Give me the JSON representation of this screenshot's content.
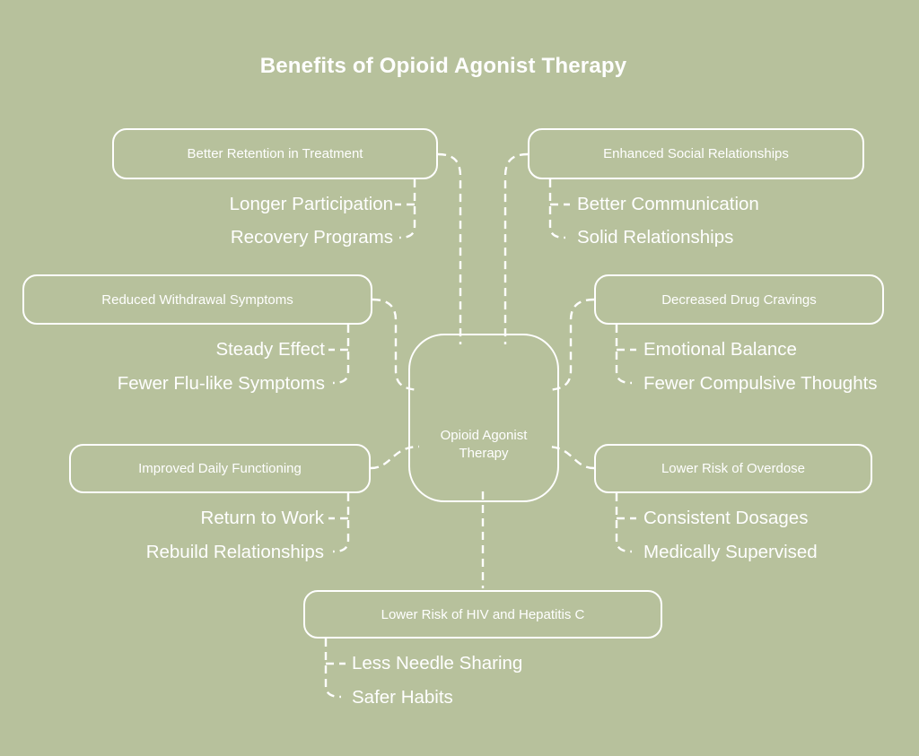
{
  "title": "Benefits of Opioid Agonist Therapy",
  "colors": {
    "background": "#b7c19c",
    "line": "#ffffff",
    "text": "#ffffff"
  },
  "center": {
    "label": "Opioid Agonist Therapy"
  },
  "branches": [
    {
      "label": "Better Retention in Treatment",
      "children": [
        "Longer Participation",
        "Recovery Programs"
      ]
    },
    {
      "label": "Enhanced Social Relationships",
      "children": [
        "Better Communication",
        "Solid Relationships"
      ]
    },
    {
      "label": "Reduced Withdrawal Symptoms",
      "children": [
        "Steady Effect",
        "Fewer Flu-like Symptoms"
      ]
    },
    {
      "label": "Decreased Drug Cravings",
      "children": [
        "Emotional Balance",
        "Fewer Compulsive Thoughts"
      ]
    },
    {
      "label": "Improved Daily Functioning",
      "children": [
        "Return to Work",
        "Rebuild Relationships"
      ]
    },
    {
      "label": "Lower Risk of Overdose",
      "children": [
        "Consistent Dosages",
        "Medically Supervised"
      ]
    },
    {
      "label": "Lower Risk of HIV and Hepatitis C",
      "children": [
        "Less Needle Sharing",
        "Safer Habits"
      ]
    }
  ]
}
